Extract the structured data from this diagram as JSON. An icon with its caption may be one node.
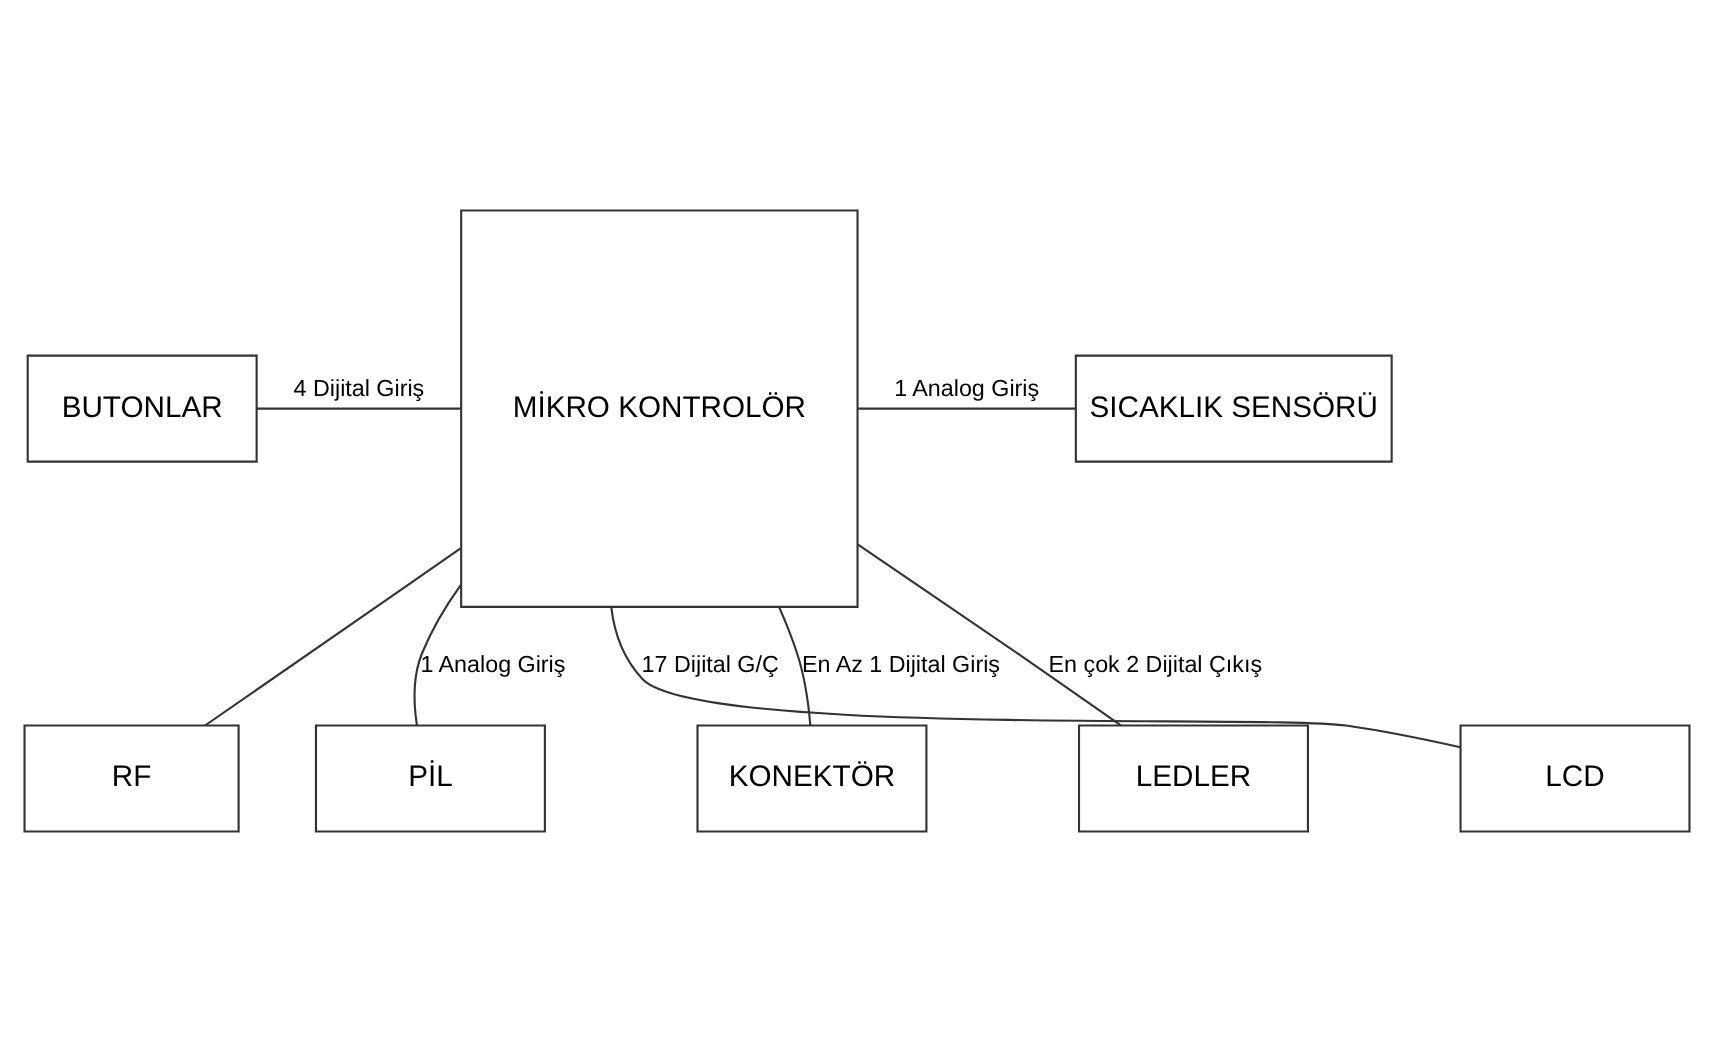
{
  "diagram": {
    "nodes": [
      {
        "text": [
          "RF"
        ]
      },
      {
        "text": [
          "BUTONLAR"
        ]
      },
      {
        "text": [
          "MİKRO KONTROLÖR"
        ]
      },
      {
        "text": [
          "SICAKLIK SENSÖRÜ"
        ]
      },
      {
        "text": [
          "PİL"
        ]
      },
      {
        "text": [
          "LCD"
        ]
      },
      {
        "text": [
          "KONEKTÖR"
        ]
      },
      {
        "text": [
          "LEDLER"
        ]
      }
    ],
    "edges": [
      {
        "from": 2,
        "to": 0,
        "arrow": "none"
      },
      {
        "from": 1,
        "to": 2,
        "arrow": "none",
        "label": "4 Dijital Giriş"
      },
      {
        "from": 2,
        "to": 3,
        "arrow": "none",
        "label": "1 Analog Giriş"
      },
      {
        "from": 4,
        "to": 2,
        "arrow": "none",
        "label": "1 Analog Giriş"
      },
      {
        "from": 2,
        "to": 5,
        "arrow": "none",
        "label": "17 Dijital G/Ç"
      },
      {
        "from": 2,
        "to": 6,
        "arrow": "none",
        "label": "En Az 1 Dijital Giriş"
      },
      {
        "from": 2,
        "to": 7,
        "arrow": "none",
        "label": "En çok 2 Dijital Çıkış"
      }
    ]
  }
}
